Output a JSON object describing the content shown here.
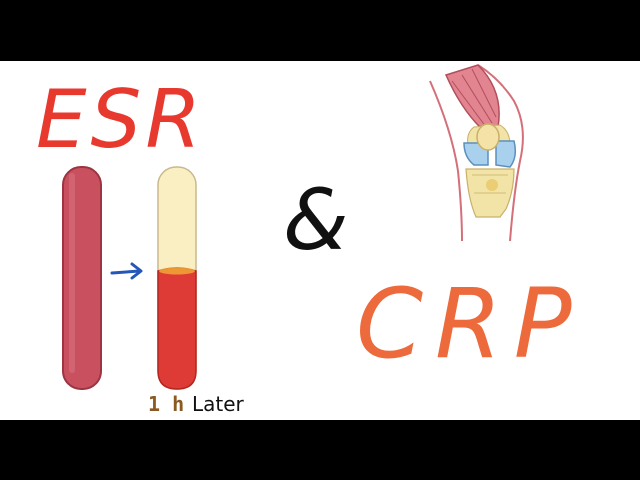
{
  "left_title": "ESR",
  "right_title": "CRP",
  "ampersand": "&",
  "caption": {
    "hour": "1 h",
    "later": "Later"
  },
  "colors": {
    "esr_text": "#e8392f",
    "crp_text": "#ec6a3b",
    "tube_before": "#c9515f",
    "tube_after_plasma": "#faefc3",
    "tube_after_cells": "#de3a36",
    "arrow": "#2457b8",
    "caption_hour": "#8a5a22"
  },
  "icons": {
    "knee": "knee-joint-illustration-icon",
    "arrow": "arrow-right-icon"
  }
}
